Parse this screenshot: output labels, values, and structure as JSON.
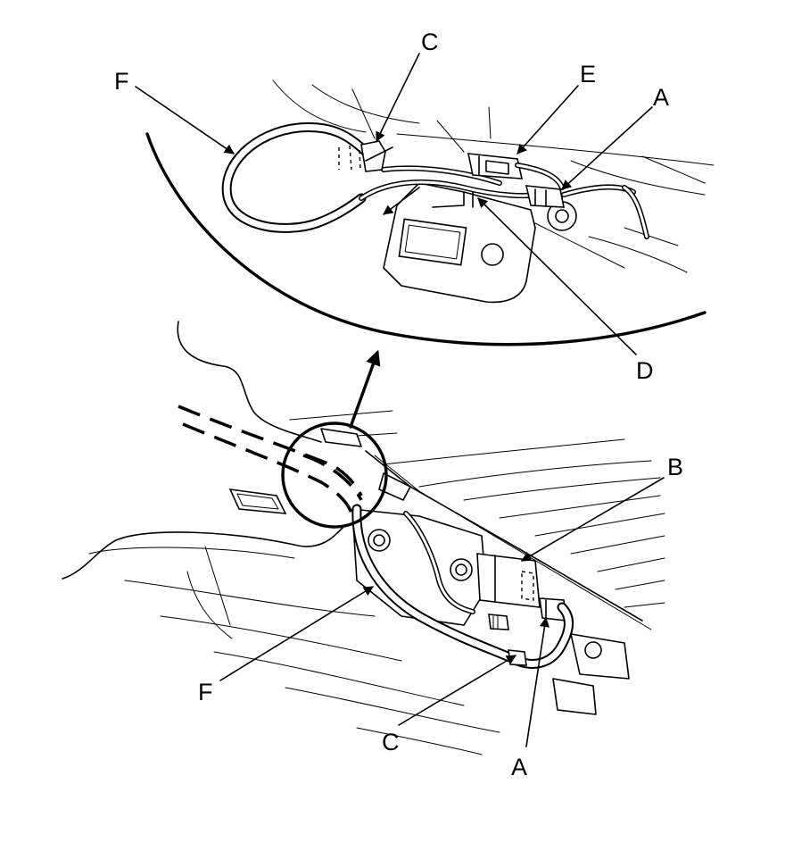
{
  "callouts": {
    "detail_F": "F",
    "detail_C": "C",
    "detail_E": "E",
    "detail_A": "A",
    "detail_D": "D",
    "main_B": "B",
    "main_F": "F",
    "main_C": "C",
    "main_A": "A"
  }
}
